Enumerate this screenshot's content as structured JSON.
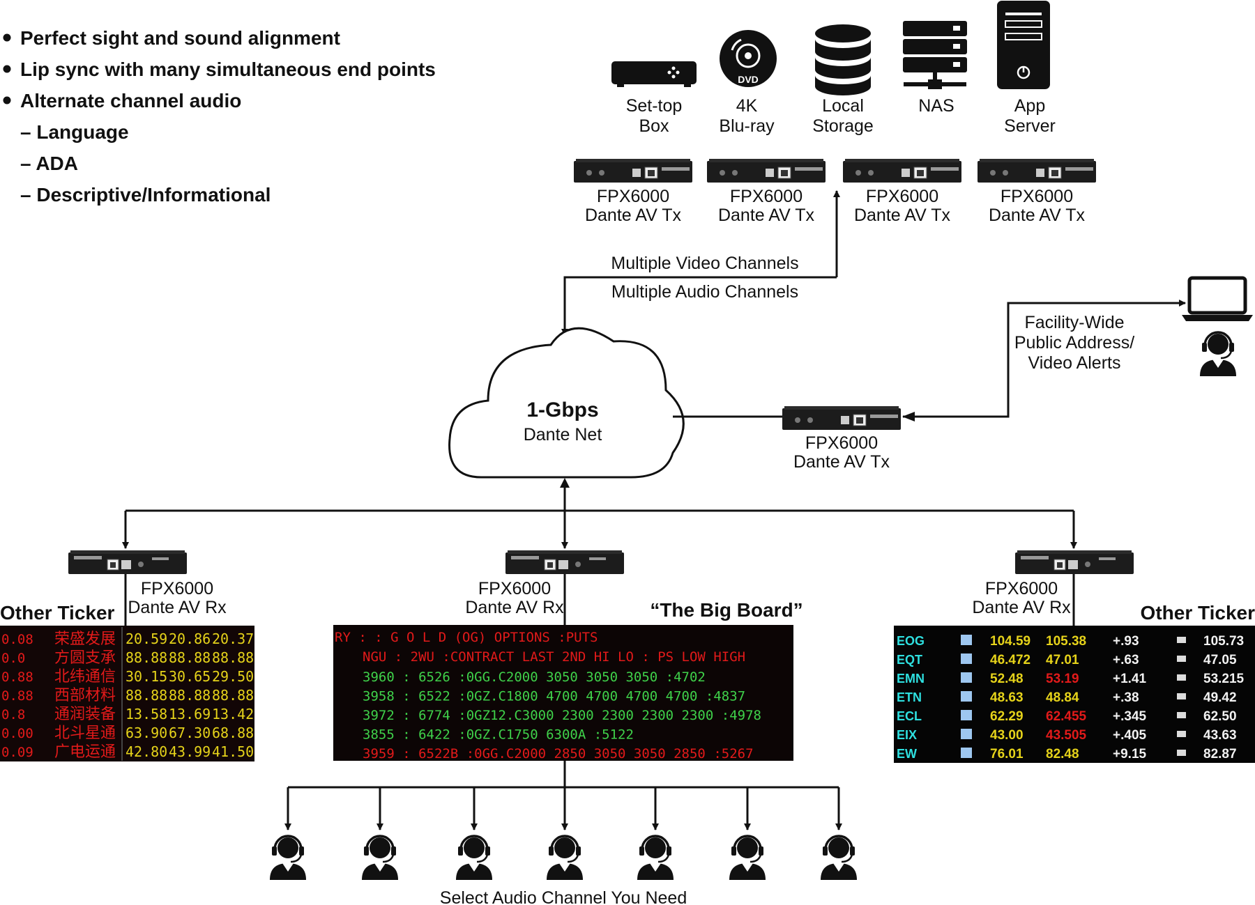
{
  "bullets": [
    "Perfect sight and sound alignment",
    "Lip sync with many simultaneous end points",
    "Alternate channel audio"
  ],
  "sub_bullets": [
    "– Language",
    "– ADA",
    "– Descriptive/Informational"
  ],
  "sources": [
    {
      "line1": "Set-top",
      "line2": "Box",
      "icon": "set-top-box-icon"
    },
    {
      "line1": "4K",
      "line2": "Blu-ray",
      "icon": "dvd-disc-icon"
    },
    {
      "line1": "Local",
      "line2": "Storage",
      "icon": "database-icon"
    },
    {
      "line1": "NAS",
      "line2": "",
      "icon": "nas-server-icon"
    },
    {
      "line1": "App",
      "line2": "Server",
      "icon": "tower-server-icon"
    }
  ],
  "tx_devices": [
    {
      "line1": "FPX6000",
      "line2": "Dante AV Tx"
    },
    {
      "line1": "FPX6000",
      "line2": "Dante AV Tx"
    },
    {
      "line1": "FPX6000",
      "line2": "Dante AV Tx"
    },
    {
      "line1": "FPX6000",
      "line2": "Dante AV Tx"
    }
  ],
  "channels": {
    "video": "Multiple Video Channels",
    "audio": "Multiple Audio Channels"
  },
  "cloud": {
    "title": "1-Gbps",
    "subtitle": "Dante Net"
  },
  "pa": {
    "line1": "Facility-Wide",
    "line2": "Public Address/",
    "line3": "Video Alerts"
  },
  "pa_tx": {
    "line1": "FPX6000",
    "line2": "Dante AV Tx"
  },
  "rx_devices": [
    {
      "line1": "FPX6000",
      "line2": "Dante AV Rx"
    },
    {
      "line1": "FPX6000",
      "line2": "Dante AV Rx"
    },
    {
      "line1": "FPX6000",
      "line2": "Dante AV Rx"
    }
  ],
  "board_titles": {
    "left": "Other Ticker",
    "center": "“The Big Board”",
    "right": "Other Ticker"
  },
  "left_ticker": {
    "names": [
      "荣盛发展",
      "方圆支承",
      "北纬通信",
      "西部材料",
      "通润装备",
      "北斗星通",
      "广电运通"
    ],
    "prefix": [
      "0.08",
      "0.0",
      "0.88",
      "0.88",
      "0.8",
      "0.00",
      "0.09"
    ],
    "col1": [
      "20.59",
      "88.88",
      "30.15",
      "88.88",
      "13.58",
      "63.90",
      "42.80"
    ],
    "col2": [
      "20.86",
      "88.88",
      "30.65",
      "88.88",
      "13.69",
      "67.30",
      "43.99"
    ],
    "col3": [
      "20.37",
      "88.88",
      "29.50",
      "88.88",
      "13.42",
      "68.88",
      "41.50"
    ]
  },
  "big_board": {
    "header": "RY   :   :  G O L D  (OG) OPTIONS   :PUTS",
    "columns": "NGU  :  2WU  :CONTRACT  LAST  2ND  HI  LO : PS  LOW HIGH",
    "rows": [
      "3960 :  6526 :0GG.C2000  3050        3050 3050 :4702",
      "3958 :  6522 :0GZ.C1800  4700 4700 4700 4700 :4837",
      "3972 :  6774 :0GZ12.C3000 2300 2300 2300 2300 :4978",
      "3855 :  6422 :0GZ.C1750  6300A                :5122",
      "3959 :  6522B :0GG.C2000  2850 3050 3050 2850 :5267"
    ]
  },
  "right_ticker": {
    "symbols": [
      "EOG",
      "EQT",
      "EMN",
      "ETN",
      "ECL",
      "EIX",
      "EW"
    ],
    "col1": [
      "104.59",
      "46.472",
      "52.48",
      "48.63",
      "62.29",
      "43.00",
      "76.01"
    ],
    "col2": [
      "105.38",
      "47.01",
      "53.19",
      "48.84",
      "62.455",
      "43.505",
      "82.48"
    ],
    "change": [
      "+.93",
      "+.63",
      "+1.41",
      "+.38",
      "+.345",
      "+.405",
      "+9.15"
    ],
    "col3": [
      "105.73",
      "47.05",
      "53.215",
      "49.42",
      "62.50",
      "43.63",
      "82.87"
    ]
  },
  "bottom_label": "Select Audio Channel You Need",
  "colors": {
    "red": "#e21a1a",
    "yellow": "#e6d31a",
    "green": "#3fd14a",
    "cyan": "#2ee0e0",
    "ink": "#111111"
  }
}
